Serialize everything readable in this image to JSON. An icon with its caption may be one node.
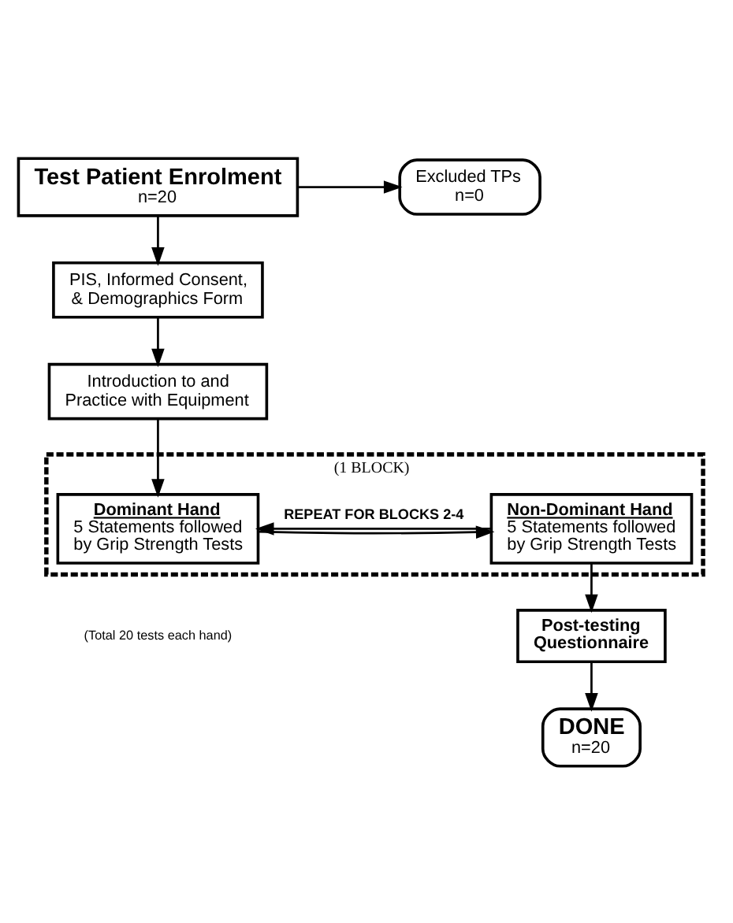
{
  "diagram": {
    "nodes": [
      {
        "text": [
          "Test Patient Enrolment",
          "n=20"
        ]
      },
      {
        "text": [
          "Excluded TPs",
          "n=0"
        ]
      },
      {
        "text": [
          "PIS, Informed Consent, & Demographics Form"
        ]
      },
      {
        "text": [
          "Introduction to and Practice with Equipment"
        ]
      },
      {
        "text": [
          "(1 BLOCK)"
        ]
      },
      {
        "text": [
          "Dominant Hand",
          "5 Statements followed by Grip Strength Tests"
        ],
        "in": 4
      },
      {
        "text": [
          "Non-Dominant Hand",
          "5 Statements followed by Grip Strength Tests"
        ],
        "in": 4
      },
      {
        "text": [
          "Post-testing Questionnaire"
        ]
      },
      {
        "text": [
          "DONE",
          "n=20"
        ]
      }
    ],
    "edges": [
      {
        "from": 0,
        "to": 2,
        "arrow": "to"
      },
      {
        "from": 0,
        "to": 1,
        "arrow": "to"
      },
      {
        "from": 2,
        "to": 3,
        "arrow": "to"
      },
      {
        "from": 3,
        "to": 5,
        "arrow": "to"
      },
      {
        "from": 5,
        "to": 6,
        "arrow": "to"
      },
      {
        "from": 6,
        "to": 5,
        "arrow": "to",
        "label": "REPEAT FOR BLOCKS 2-4"
      },
      {
        "from": 6,
        "to": 7,
        "arrow": "to"
      },
      {
        "from": 7,
        "to": 8,
        "arrow": "to"
      }
    ],
    "labels": [
      "(Total 20 tests each hand)"
    ]
  }
}
